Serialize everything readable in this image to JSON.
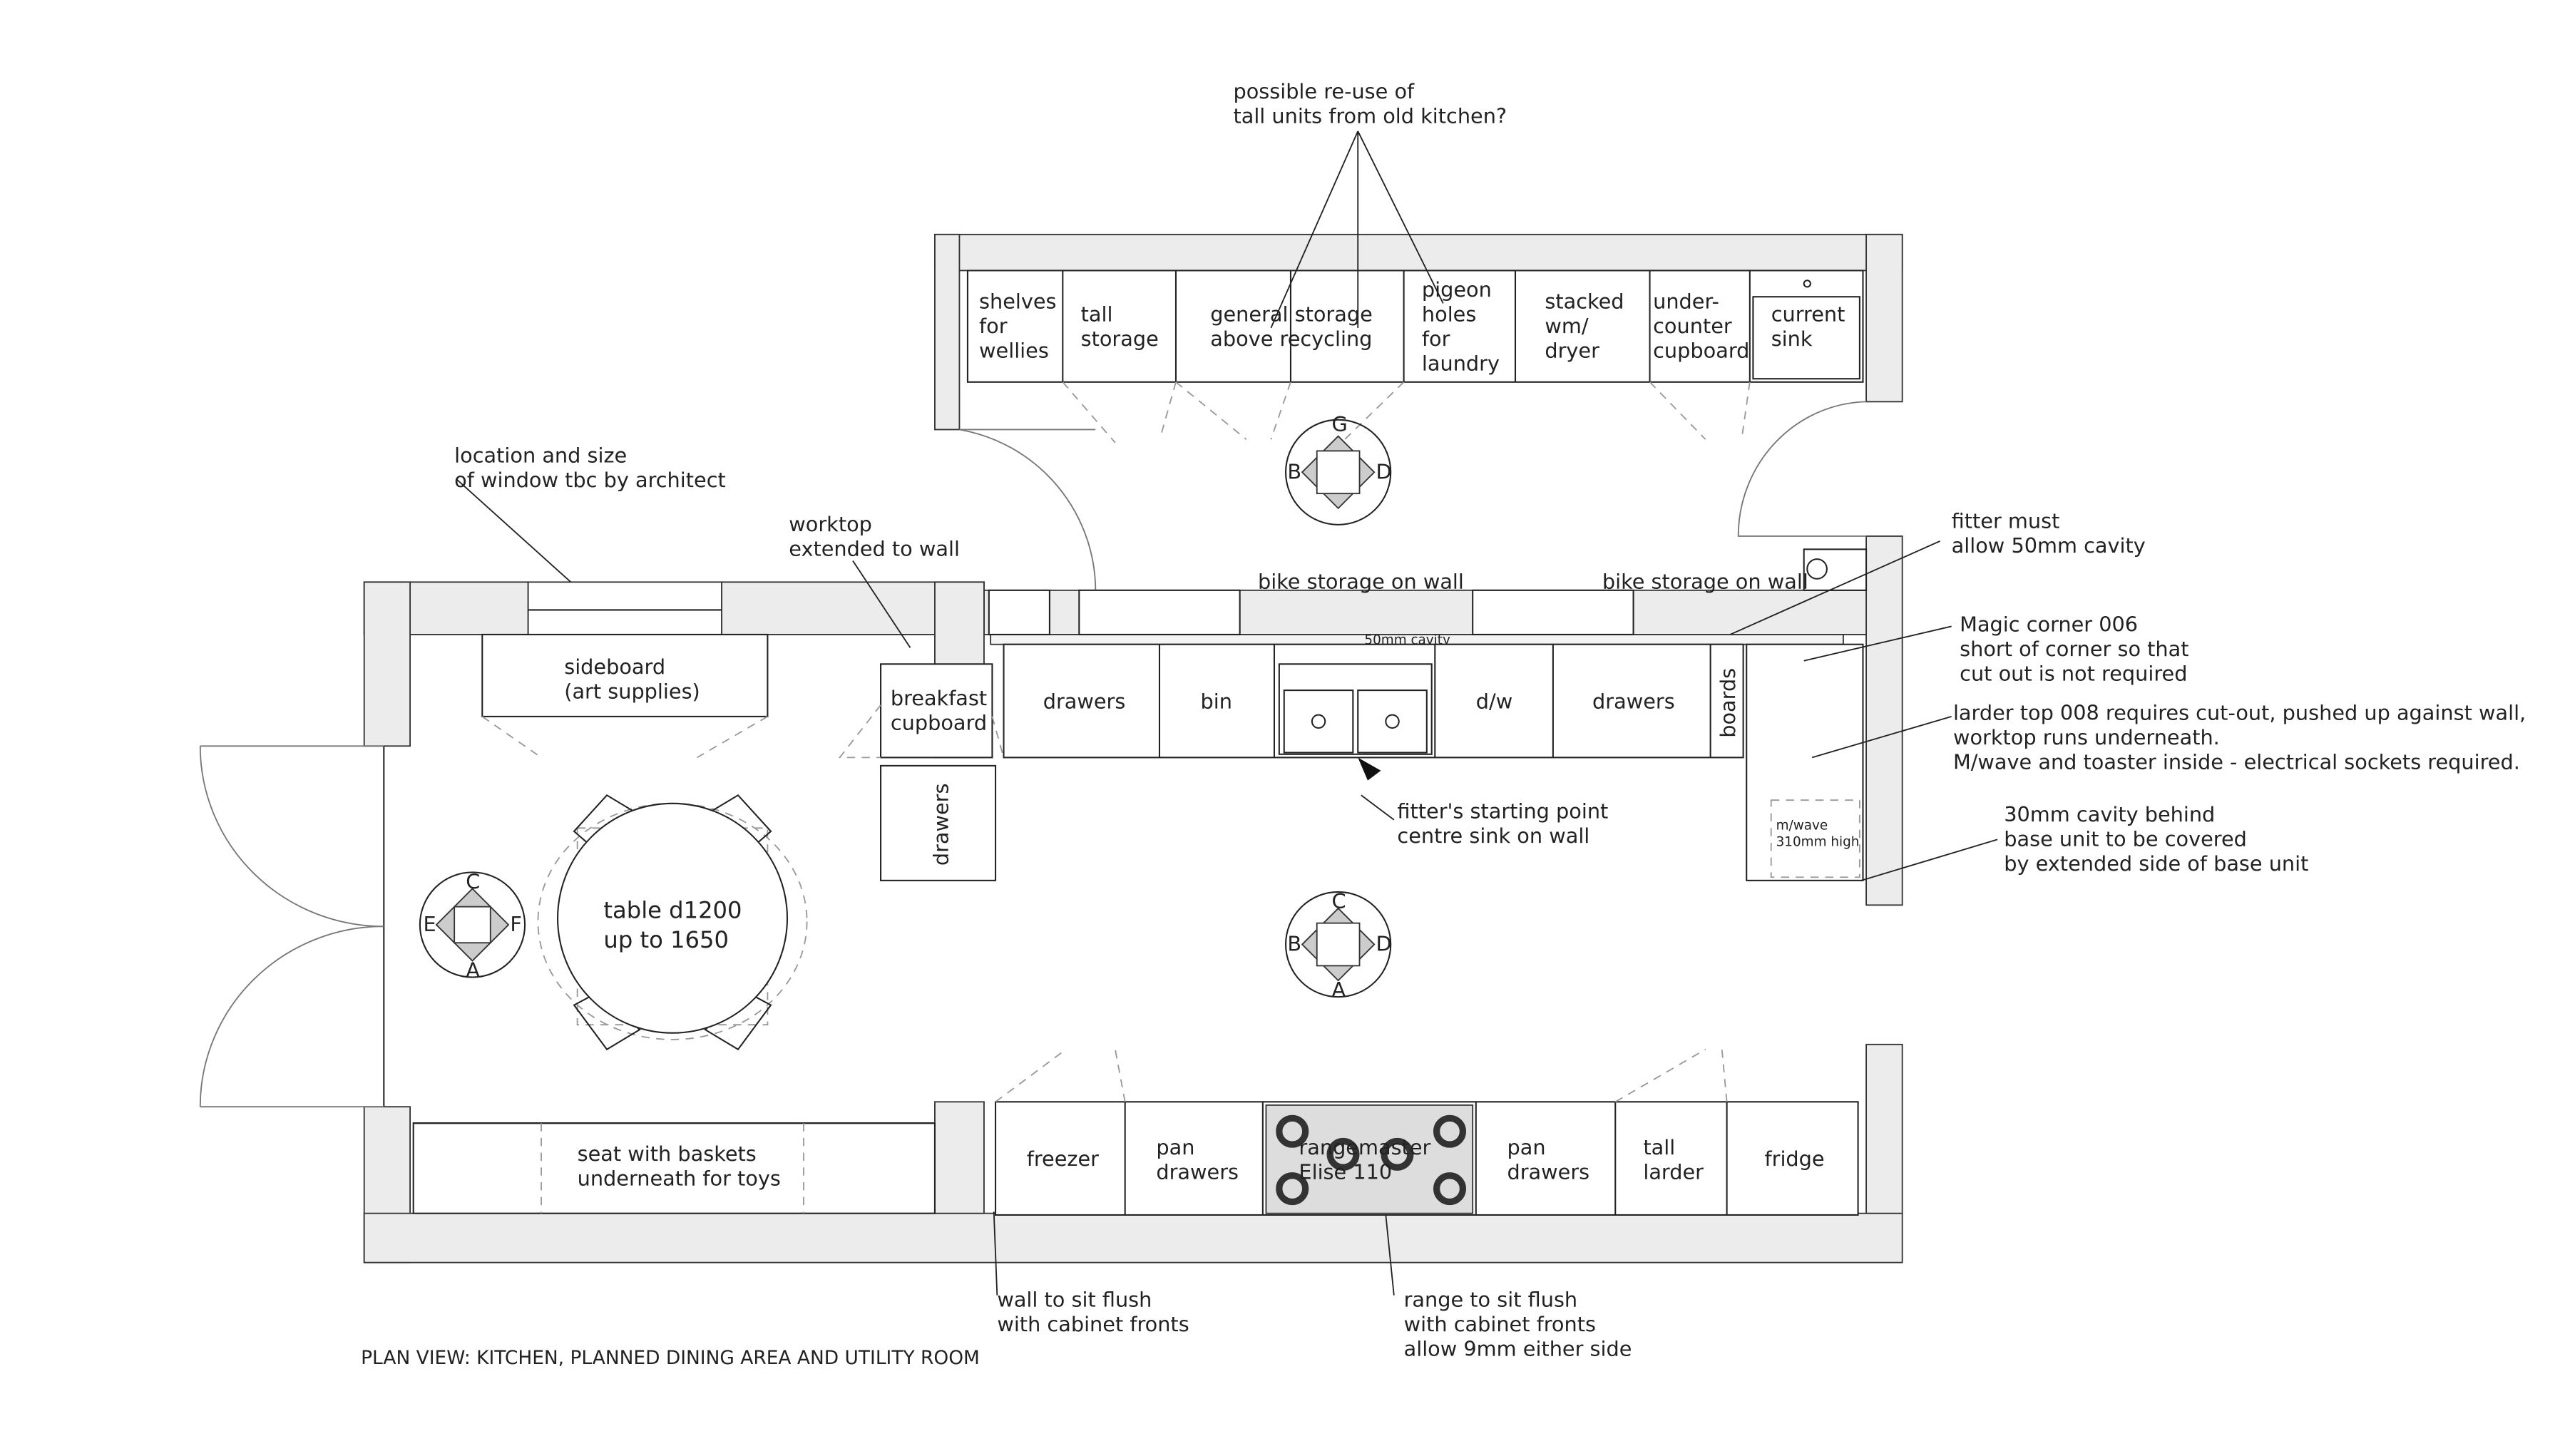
{
  "title": "PLAN VIEW: KITCHEN, PLANNED DINING AREA AND UTILITY ROOM",
  "utility_units": [
    [
      "shelves",
      "for",
      "wellies"
    ],
    [
      "tall",
      "storage"
    ],
    [
      "general storage",
      "above recycling"
    ],
    [
      "pigeon",
      "holes",
      "for",
      "laundry"
    ],
    [
      "stacked",
      "wm/",
      "dryer"
    ],
    [
      "under-",
      "counter",
      "cupboard"
    ],
    [
      "current",
      "sink"
    ]
  ],
  "kitchen_units": {
    "breakfast": [
      "breakfast",
      "cupboard"
    ],
    "drawers_side": "drawers",
    "top_run": [
      "drawers",
      "bin",
      "d/w",
      "drawers"
    ],
    "boards": "boards",
    "cavity": "50mm cavity",
    "mwave": [
      "m/wave",
      "310mm high"
    ],
    "bottom_run": [
      [
        "freezer"
      ],
      [
        "pan",
        "drawers"
      ],
      [
        "rangemaster",
        "Elise 110"
      ],
      [
        "pan",
        "drawers"
      ],
      [
        "tall",
        "larder"
      ],
      [
        "fridge"
      ]
    ],
    "sideboard": [
      "sideboard",
      "(art supplies)"
    ],
    "table": [
      "table d1200",
      "up to 1650"
    ],
    "seat": [
      "seat with baskets",
      "underneath for toys"
    ],
    "bike1": "bike storage on wall",
    "bike2": "bike storage on wall"
  },
  "viewpoints": [
    {
      "top": "G",
      "left": "B",
      "right": "D",
      "bottom": ""
    },
    {
      "top": "C",
      "left": "B",
      "right": "D",
      "bottom": "A"
    },
    {
      "top": "C",
      "left": "E",
      "right": "F",
      "bottom": "A"
    }
  ],
  "annotations": {
    "reuse": [
      "possible re-use of",
      "tall units from old kitchen?"
    ],
    "window": [
      "location and size",
      "of window tbc by architect"
    ],
    "worktop": [
      "worktop",
      "extended to wall"
    ],
    "cavity50": [
      "fitter must",
      "allow 50mm cavity"
    ],
    "magic": [
      "Magic corner 006",
      "short of corner so that",
      "cut out is not required"
    ],
    "larder": [
      "larder top 008 requires cut-out, pushed up against wall,",
      "worktop runs underneath.",
      "M/wave and toaster inside - electrical sockets required."
    ],
    "cavity30": [
      "30mm cavity behind",
      "base unit to be covered",
      "by extended side of base unit"
    ],
    "fitter": [
      "fitter's starting point",
      "centre sink on wall"
    ],
    "wallflush": [
      "wall to sit flush",
      "with cabinet fronts"
    ],
    "range": [
      "range to sit flush",
      "with cabinet fronts",
      "allow 9mm either side"
    ]
  }
}
